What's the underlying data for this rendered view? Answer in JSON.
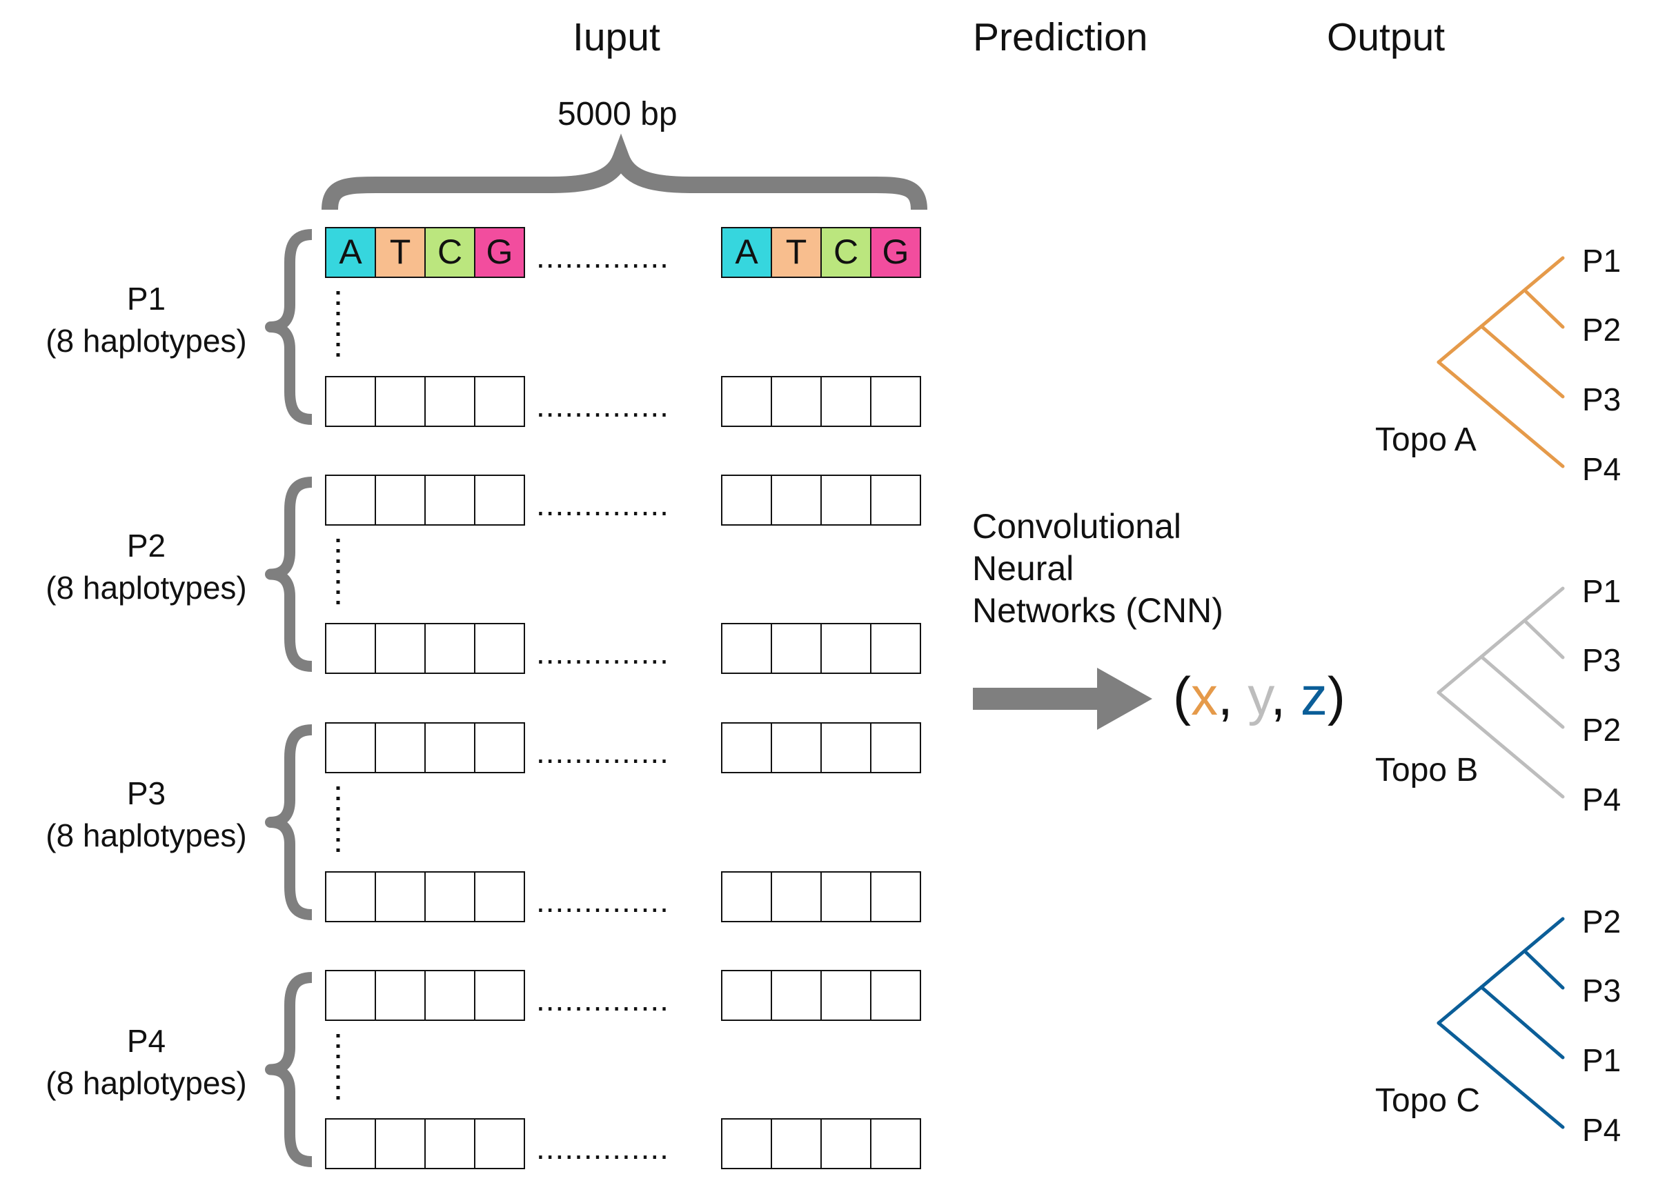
{
  "headers": {
    "input": "Iuput",
    "prediction": "Prediction",
    "output": "Output"
  },
  "length_label": "5000 bp",
  "populations": [
    {
      "name": "P1",
      "sub": "(8 haplotypes)"
    },
    {
      "name": "P2",
      "sub": "(8 haplotypes)"
    },
    {
      "name": "P3",
      "sub": "(8 haplotypes)"
    },
    {
      "name": "P4",
      "sub": "(8 haplotypes)"
    }
  ],
  "bases": [
    "A",
    "T",
    "C",
    "G"
  ],
  "base_colors": {
    "A": "#36d6de",
    "T": "#f8be8e",
    "C": "#bbe67e",
    "G": "#f24d9e"
  },
  "gap_dots": "..............",
  "cnn_label": [
    "Convolutional",
    "Neural",
    "Networks (CNN)"
  ],
  "tuple": {
    "open": "(",
    "x": "x",
    "sep1": ", ",
    "y": "y",
    "sep2": ", ",
    "z": "z",
    "close": ")"
  },
  "colors": {
    "x": "#e59a4a",
    "y": "#bdbdbd",
    "z": "#0b5e98",
    "gray": "#7f7f7f"
  },
  "topologies": [
    {
      "name": "Topo A",
      "leaves": [
        "P1",
        "P2",
        "P3",
        "P4"
      ],
      "color": "#e59a4a"
    },
    {
      "name": "Topo B",
      "leaves": [
        "P1",
        "P3",
        "P2",
        "P4"
      ],
      "color": "#bdbdbd"
    },
    {
      "name": "Topo C",
      "leaves": [
        "P2",
        "P3",
        "P1",
        "P4"
      ],
      "color": "#0b5e98"
    }
  ]
}
